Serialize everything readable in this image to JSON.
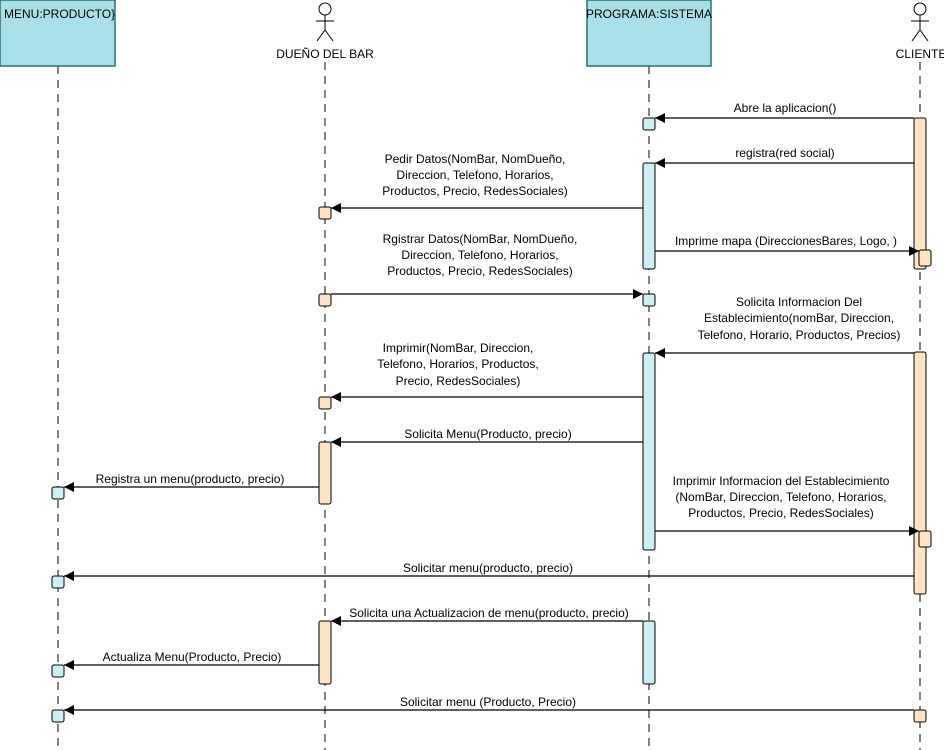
{
  "colors": {
    "object_fill": "#a9dfe6",
    "object_border": "#2b6f7b",
    "actor_activation": "#fce4c4",
    "system_activation": "#cdeff3",
    "line": "#000000"
  },
  "participants": [
    {
      "id": "menu",
      "kind": "object",
      "name": "MENU:PRODUCTO}"
    },
    {
      "id": "dueno",
      "kind": "actor",
      "name": "DUEÑO DEL BAR"
    },
    {
      "id": "sistema",
      "kind": "object",
      "name": "PROGRAMA:SISTEMA"
    },
    {
      "id": "cliente",
      "kind": "actor",
      "name": "CLIENTE"
    }
  ],
  "messages": [
    {
      "from": "cliente",
      "to": "sistema",
      "lines": [
        "Abre la aplicacion()"
      ]
    },
    {
      "from": "cliente",
      "to": "sistema",
      "lines": [
        "registra(red social)"
      ]
    },
    {
      "from": "sistema",
      "to": "dueno",
      "lines": [
        "Pedir Datos(NomBar, NomDueño,",
        "Direccion, Telefono, Horarios,",
        "Productos, Precio, RedesSociales)"
      ]
    },
    {
      "from": "sistema",
      "to": "cliente",
      "lines": [
        "Imprime mapa (DireccionesBares, Logo, )"
      ]
    },
    {
      "from": "dueno",
      "to": "sistema",
      "lines": [
        "Rgistrar Datos(NomBar, NomDueño,",
        "Direccion, Telefono, Horarios,",
        "Productos, Precio, RedesSociales)"
      ]
    },
    {
      "from": "cliente",
      "to": "sistema",
      "lines": [
        "Solicita Informacion Del",
        "Establecimiento(nomBar, Direccion,",
        "Telefono, Horario, Productos, Precios)"
      ]
    },
    {
      "from": "sistema",
      "to": "dueno",
      "lines": [
        "Imprimir(NomBar, Direccion,",
        "Telefono, Horarios, Productos,",
        "Precio, RedesSociales)"
      ]
    },
    {
      "from": "sistema",
      "to": "dueno",
      "lines": [
        "Solicita Menu(Producto, precio)"
      ]
    },
    {
      "from": "dueno",
      "to": "menu",
      "lines": [
        "Registra un menu(producto, precio)"
      ]
    },
    {
      "from": "sistema",
      "to": "cliente",
      "lines": [
        "Imprimir Informacion del Establecimiento",
        "(NomBar, Direccion, Telefono, Horarios,",
        "Productos, Precio, RedesSociales)"
      ]
    },
    {
      "from": "cliente",
      "to": "menu",
      "lines": [
        "Solicitar menu(producto, precio)"
      ]
    },
    {
      "from": "sistema",
      "to": "dueno",
      "lines": [
        "Solicita una Actualizacion de menu(producto, precio)"
      ]
    },
    {
      "from": "dueno",
      "to": "menu",
      "lines": [
        "Actualiza Menu(Producto, Precio)"
      ]
    },
    {
      "from": "cliente",
      "to": "menu",
      "lines": [
        "Solicitar menu (Producto, Precio)"
      ]
    }
  ]
}
